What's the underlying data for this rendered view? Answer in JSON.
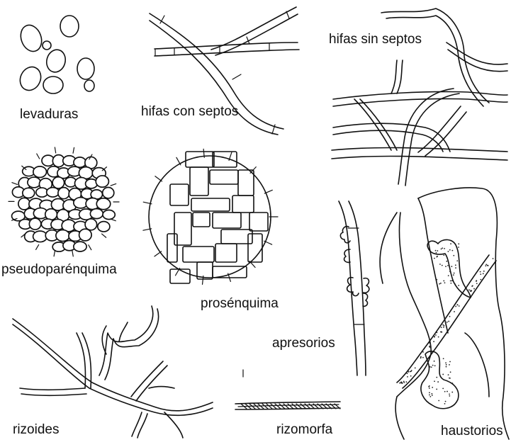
{
  "labels": {
    "levaduras": "levaduras",
    "hifas_con_septos": "hifas con septos",
    "hifas_sin_septos": "hifas sin septos",
    "pseudoparenquima": "pseudoparénquima",
    "prosenquima": "prosénquima",
    "apresorios": "apresorios",
    "haustorios": "haustorios",
    "rizoides": "rizoides",
    "rizomorfa": "rizomorfa"
  }
}
